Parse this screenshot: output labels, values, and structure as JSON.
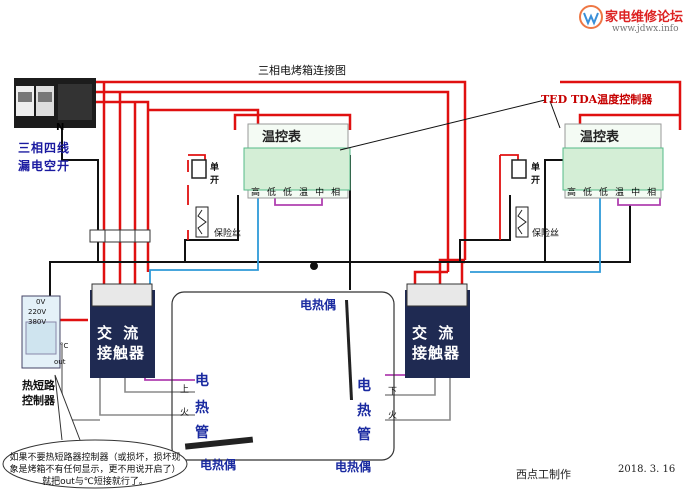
{
  "watermark": {
    "site_name": "家电维修论坛",
    "url": "www.jdwx.info"
  },
  "title": "三相电烤箱连接图",
  "breaker": {
    "label_line1": "三相四线",
    "label_line2": "漏电空开",
    "n_label": "N"
  },
  "ted_callout": "TED TDA温度控制器",
  "temp_controller": {
    "title": "温控表",
    "terminals": [
      "高",
      "低",
      "低",
      "温",
      "中",
      "相"
    ]
  },
  "switch_label": "单开",
  "fuse_label": "保险丝",
  "contactor": {
    "line1": "交 流",
    "line2": "接触器"
  },
  "heater": {
    "c1": "电",
    "c2": "热",
    "c3": "管"
  },
  "heater_terminal_labels": {
    "up": "上",
    "fire": "火",
    "down": "下"
  },
  "thermocouple": "电热偶",
  "relay": {
    "title_line1": "热短路",
    "title_line2": "控制器",
    "rows": [
      "0V",
      "220V",
      "380V"
    ],
    "out_label": "out",
    "c_label": "°C"
  },
  "note": "如果不要热短路器控制器（或损坏，损坏现象是烤箱不有任何显示，更不用说开启了）就把out与℃短接就行了。",
  "author": "西点工制作",
  "date": "2018. 3. 16",
  "colors": {
    "red": "#e01010",
    "blue": "#2f9ad8",
    "purple": "#b040b0",
    "gray": "#8a8a8a",
    "black": "#111111",
    "brown": "#8a5a2a"
  }
}
